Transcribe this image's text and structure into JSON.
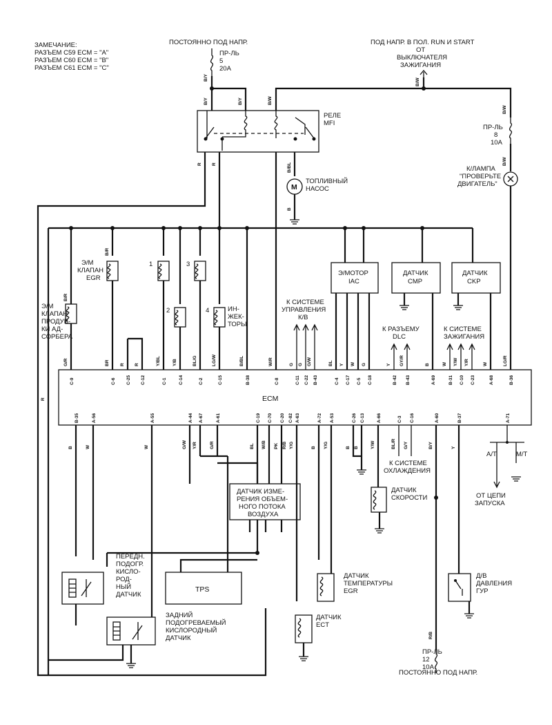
{
  "note": {
    "title": "ЗАМЕЧАНИЕ:",
    "lines": [
      "РАЗЪЕМ C59 ECM = \"A\"",
      "РАЗЪЕМ C60 ECM = \"B\"",
      "РАЗЪЕМ C61 ECM = \"C\""
    ]
  },
  "top": {
    "constant_power": "ПОСТОЯННО ПОД НАПР.",
    "fuse5": [
      "ПР-ЛЬ",
      "5",
      "20A"
    ],
    "run_start": "ПОД НАПР. В ПОЛ. RUN И START",
    "from_switch": [
      "ОТ",
      "ВЫКЛЮЧАТЕЛЯ",
      "ЗАЖИГАНИЯ"
    ],
    "fuse8": [
      "ПР-ЛЬ",
      "8",
      "10A"
    ]
  },
  "relay": {
    "label": [
      "РЕЛЕ",
      "MFI"
    ]
  },
  "fuel_pump": {
    "label": [
      "ТОПЛИВНЫЙ",
      "НАСОС"
    ],
    "symbol": "M"
  },
  "check_lamp": {
    "label": [
      "К/ЛАМПА",
      "\"ПРОВЕРЬТЕ",
      "ДВИГАТЕЛЬ\""
    ]
  },
  "valves": {
    "egr": [
      "Э/М",
      "КЛАПАН",
      "EGR"
    ],
    "purge": [
      "Э/М",
      "КЛАПАН",
      "ПРОДУВ-",
      "КИ АД-",
      "СОРБЕРА"
    ],
    "injectors": [
      "ИН-",
      "ЖЕК-",
      "ТОРЫ"
    ],
    "injector_numbers": [
      "1",
      "2",
      "3",
      "4"
    ]
  },
  "modules": {
    "iac": [
      "Э/МОТОР",
      "IAC"
    ],
    "cmp": [
      "ДАТЧИК",
      "CMP"
    ],
    "ckp": [
      "ДАТЧИК",
      "CKP"
    ]
  },
  "arrows": {
    "ac": [
      "К СИСТЕМЕ",
      "УПРАВЛЕНИЯ",
      "К/В"
    ],
    "dlc": [
      "К РАЗЪЕМУ",
      "DLC"
    ],
    "ignition": [
      "К СИСТЕМЕ",
      "ЗАЖИГАНИЯ"
    ],
    "cooling": [
      "К СИСТЕМЕ",
      "ОХЛАЖДЕНИЯ"
    ],
    "start": [
      "ОТ ЦЕПИ",
      "ЗАПУСКА"
    ]
  },
  "ecm": {
    "label": "ECM",
    "top_pins": [
      "C-9",
      "C-6",
      "C-25",
      "C-12",
      "C-1",
      "C-14",
      "C-2",
      "C-15",
      "B-38",
      "C-8",
      "C-11",
      "C-22",
      "B-43",
      "C-4",
      "C-17",
      "C-5",
      "C-18",
      "B-42",
      "B-43",
      "A-69",
      "B-31",
      "C-10",
      "C-23",
      "A-68",
      "B-36"
    ],
    "top_wires": [
      "G/R",
      "BR",
      "R",
      "R",
      "Y/BL",
      "Y/B",
      "BL/G",
      "LG/W",
      "B/BL",
      "W/R",
      "G",
      "G",
      "G/W",
      "BL",
      "Y",
      "W",
      "G",
      "Y",
      "GY/R",
      "B",
      "W",
      "Y/W",
      "Y/R",
      "W",
      "LG/R"
    ],
    "bottom_pins": [
      "B-35",
      "A-56",
      "A-55",
      "A-44",
      "A-67",
      "A-61",
      "C-19",
      "C-70",
      "C-20",
      "C-82",
      "A-63",
      "A-72",
      "A-53",
      "C-26",
      "C-13",
      "A-66",
      "C-3",
      "C-16",
      "A-60",
      "B-37",
      "A-71"
    ],
    "bottom_wires": [
      "B",
      "W",
      "W",
      "G/W",
      "Y/R",
      "G/R",
      "BL",
      "W/B",
      "PK",
      "R/B",
      "Y/G",
      "B",
      "Y/G",
      "B",
      "B",
      "Y/W",
      "BL/R",
      "G/Y",
      "B/Y",
      "Y",
      ""
    ]
  },
  "sensors": {
    "maf": [
      "ДАТЧИК ИЗМЕ-",
      "РЕНИЯ ОБЪЕМ-",
      "НОГО ПОТОКА",
      "ВОЗДУХА"
    ],
    "speed": [
      "ДАТЧИК",
      "СКОРОСТИ"
    ],
    "front_o2": [
      "ПЕРЕДН.",
      "ПОДОГР.",
      "КИСЛО-",
      "РОД-",
      "НЫЙ",
      "ДАТЧИК"
    ],
    "rear_o2": [
      "ЗАДНИЙ",
      "ПОДОГРЕВАЕМЫЙ",
      "КИСЛОРОДНЫЙ",
      "ДАТЧИК"
    ],
    "tps": "TPS",
    "egr_temp": [
      "ДАТЧИК",
      "ТЕМПЕРАТУРЫ",
      "EGR"
    ],
    "ect": [
      "ДАТЧИК",
      "ECT"
    ],
    "ps_pressure": [
      "Д/В",
      "ДАВЛЕНИЯ",
      "ГУР"
    ]
  },
  "bottom_right": {
    "at_mt": [
      "A/T",
      "M/T"
    ],
    "fuse12": [
      "ПР-ЛЬ",
      "12",
      "10A"
    ],
    "constant_power": "ПОСТОЯННО ПОД НАПР."
  },
  "wire_tags": {
    "by": "B/Y",
    "bw": "B/W",
    "r": "R",
    "b": "B",
    "bbl": "B/BL",
    "br": "B/R",
    "rb": "R/B",
    "gr": "G/R",
    "y": "Y"
  }
}
